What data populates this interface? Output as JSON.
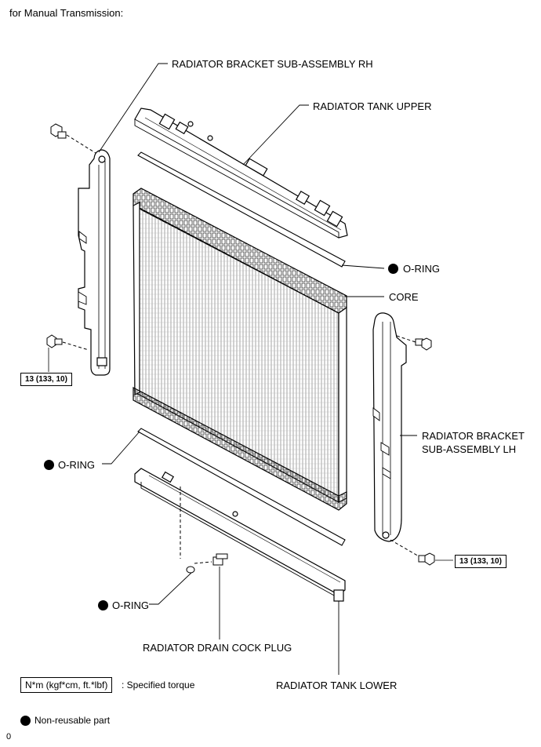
{
  "header": {
    "caption": "for Manual Transmission:"
  },
  "callouts": {
    "bracket_rh": "RADIATOR BRACKET SUB-ASSEMBLY RH",
    "tank_upper": "RADIATOR TANK UPPER",
    "o_ring": "O-RING",
    "core": "CORE",
    "bracket_lh_line1": "RADIATOR BRACKET",
    "bracket_lh_line2": "SUB-ASSEMBLY LH",
    "drain_cock": "RADIATOR DRAIN COCK PLUG",
    "tank_lower": "RADIATOR TANK LOWER"
  },
  "torque": {
    "rh_bolt": "13 (133, 10)",
    "lh_bolt": "13 (133, 10)"
  },
  "legend": {
    "torque_unit": "N*m (kgf*cm, ft.*lbf)",
    "torque_desc": ": Specified torque",
    "non_reusable": "Non-reusable part"
  },
  "footer": {
    "figure_code": "0"
  },
  "colors": {
    "line": "#000000",
    "fill": "#ffffff",
    "fin": "#555555"
  }
}
